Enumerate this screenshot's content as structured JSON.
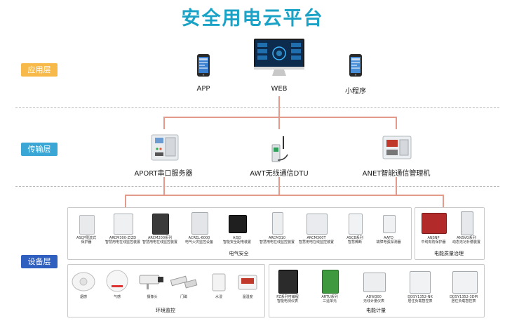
{
  "title": "安全用电云平台",
  "layers": {
    "app": "应用层",
    "transport": "传输层",
    "device": "设备层"
  },
  "colors": {
    "title": "#1aa3c6",
    "app_tag": "#f7ba4a",
    "transport_tag": "#3aa6d6",
    "device_tag": "#2f5fbf",
    "line": "#e39a8a"
  },
  "app_layer": {
    "items": [
      {
        "label": "APP",
        "icon": "phone-icon"
      },
      {
        "label": "WEB",
        "icon": "monitor-icon"
      },
      {
        "label": "小程序",
        "icon": "phone-icon"
      }
    ]
  },
  "transport_layer": {
    "items": [
      {
        "label": "APORT串口服务器",
        "icon": "serial-server-icon"
      },
      {
        "label": "AWT无线通信DTU",
        "icon": "dtu-antenna-icon"
      },
      {
        "label": "ANET智能通信管理机",
        "icon": "gateway-icon"
      }
    ]
  },
  "device_layer": {
    "electrical_safety": {
      "title": "电气安全",
      "devices": [
        {
          "line1": "ASCP限流式",
          "line2": "保护器"
        },
        {
          "line1": "ARCM300-Z/ZD",
          "line2": "智慧用电在线监控装置"
        },
        {
          "line1": "ARCM200系列",
          "line2": "智慧用电在线监控装置"
        },
        {
          "line1": "ACREL-6000",
          "line2": "电气火灾监控设备"
        },
        {
          "line1": "AISD",
          "line2": "智能安全配电装置"
        },
        {
          "line1": "ARCM310",
          "line2": "智慧用电在线监控装置"
        },
        {
          "line1": "ARCM300T",
          "line2": "智慧用电在线监控装置"
        },
        {
          "line1": "ASCB系列",
          "line2": "智慧微断"
        },
        {
          "line1": "AAFD",
          "line2": "故障电弧探测器"
        }
      ]
    },
    "power_quality": {
      "title": "电能质量治理",
      "devices": [
        {
          "line1": "ANSNP",
          "line2": "中线有防保护器"
        },
        {
          "line1": "ANSVG系列",
          "line2": "动态无功补偿装置"
        }
      ]
    },
    "environment": {
      "title": "环境监控",
      "devices": [
        {
          "line1": "烟感"
        },
        {
          "line1": "气感"
        },
        {
          "line1": "摄像头"
        },
        {
          "line1": "门磁"
        },
        {
          "line1": "水浸"
        },
        {
          "line1": "温湿度"
        }
      ]
    },
    "metering": {
      "title": "电能计量",
      "devices": [
        {
          "line1": "PZ系列可编程",
          "line2": "智能电测仪表"
        },
        {
          "line1": "ARTU系列",
          "line2": "三遥单元"
        },
        {
          "line1": "ADW300",
          "line2": "无线计量仪表"
        },
        {
          "line1": "DDSY1352-NK",
          "line2": "居住负载智控表"
        },
        {
          "line1": "DDSY1352-3DM",
          "line2": "居住负载智控表"
        }
      ]
    }
  }
}
